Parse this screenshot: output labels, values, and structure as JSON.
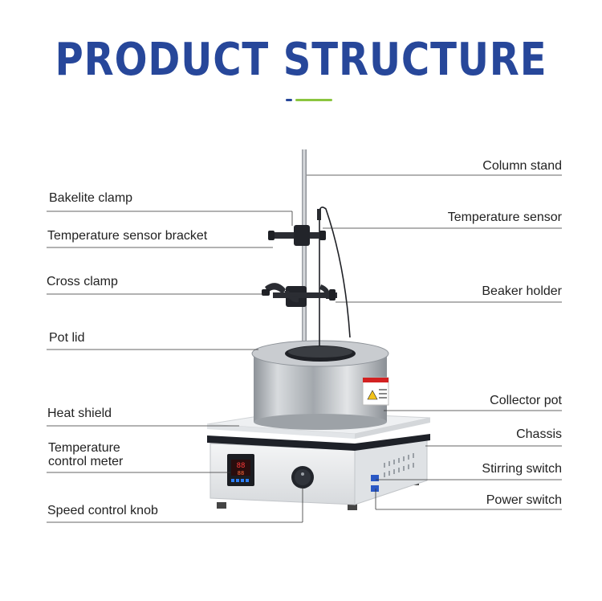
{
  "title": "PRODUCT STRUCTURE",
  "colors": {
    "title": "#27479a",
    "accent_green": "#8bc53f",
    "leader": "#333333"
  },
  "labels_left": [
    "Bakelite clamp",
    "Temperature sensor bracket",
    "Cross clamp",
    "Pot lid",
    "Heat shield",
    "Temperature",
    "control meter",
    "Speed control knob"
  ],
  "labels_right": [
    "Column stand",
    "Temperature sensor",
    "Beaker holder",
    "Collector pot",
    "Chassis",
    "Stirring switch",
    "Power switch"
  ],
  "device": {
    "meter_reading_top": "88",
    "meter_reading_bottom": "88"
  }
}
